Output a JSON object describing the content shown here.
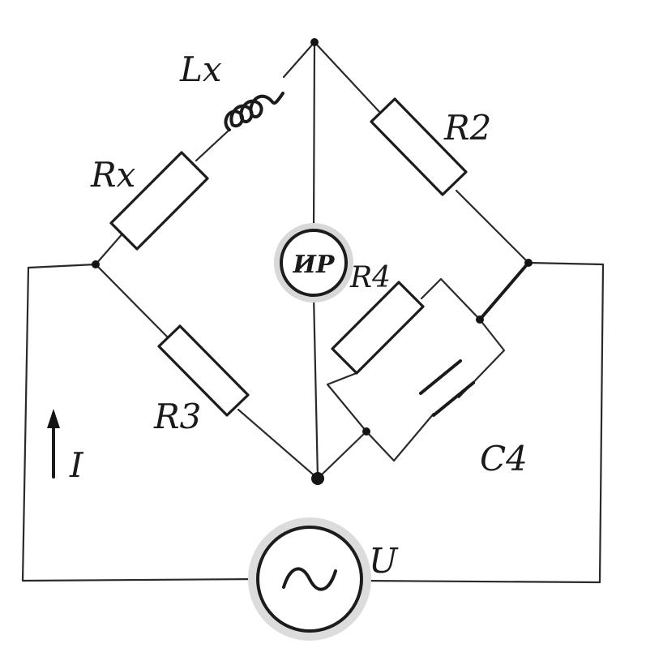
{
  "labels": {
    "inductor": "Lx",
    "resistor_x": "Rx",
    "resistor_2": "R2",
    "resistor_3": "R3",
    "resistor_4": "R4",
    "capacitor_4": "C4",
    "meter": "ИР",
    "source_voltage": "U",
    "current": "I"
  },
  "icons": {
    "source": "ac-source-icon",
    "meter": "null-indicator-icon",
    "current": "current-arrow-icon"
  },
  "colors": {
    "ink": "#1a1a1a",
    "paper": "#ffffff"
  }
}
